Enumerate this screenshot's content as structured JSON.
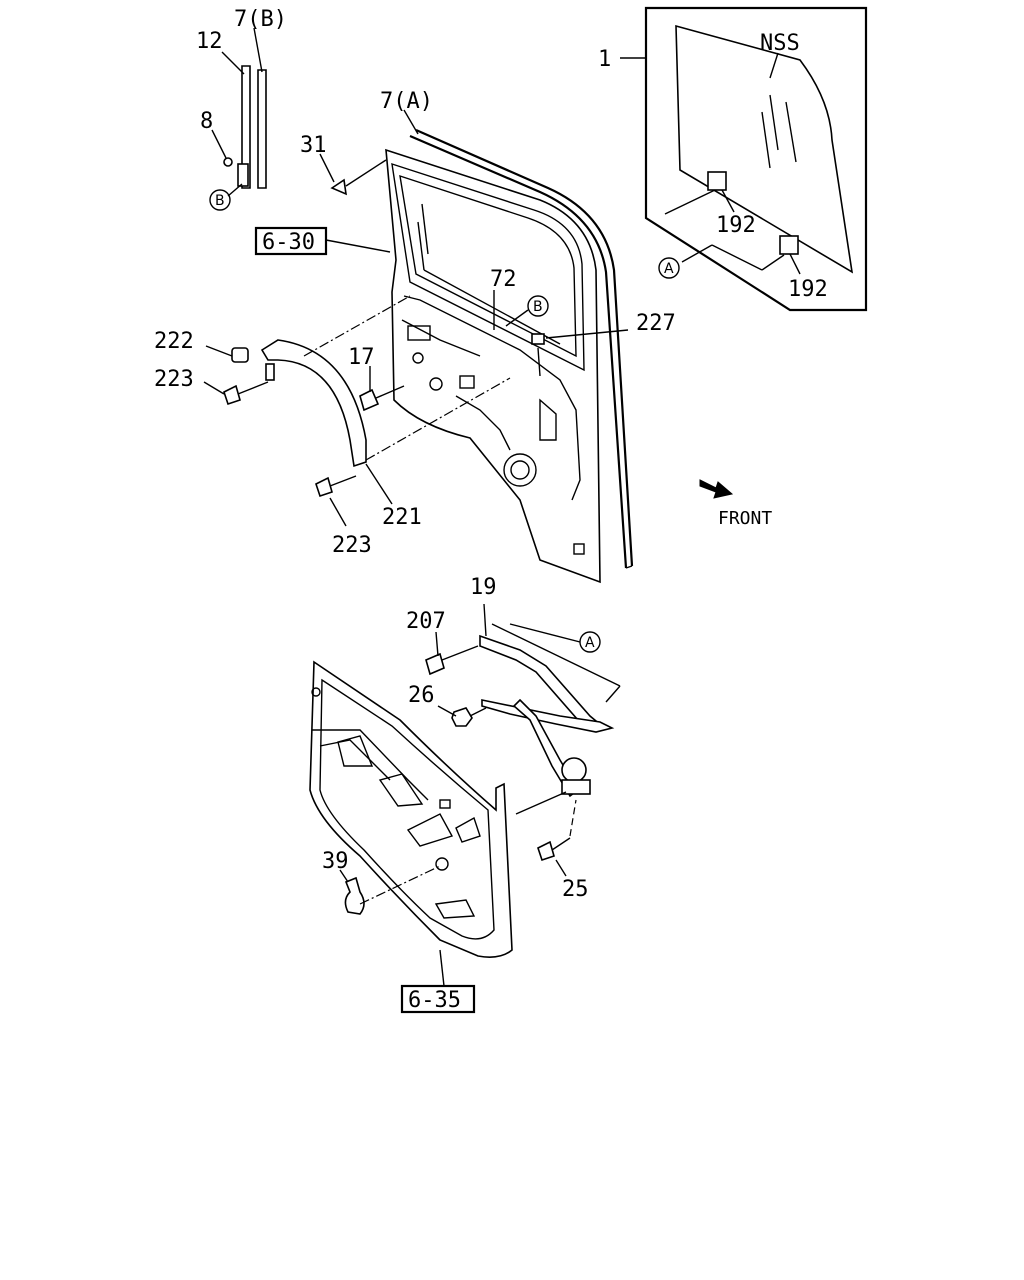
{
  "labels": {
    "l1": "1",
    "lNSS": "NSS",
    "l192a": "192",
    "l192b": "192",
    "l7B": "7(B)",
    "l12": "12",
    "l8": "8",
    "l7A": "7(A)",
    "l31": "31",
    "l72": "72",
    "l227": "227",
    "l222": "222",
    "l223a": "223",
    "l17": "17",
    "l221": "221",
    "l223b": "223",
    "lFront": "FRONT",
    "l19": "19",
    "l207": "207",
    "l26": "26",
    "l25": "25",
    "l39": "39"
  },
  "refs": {
    "r630": "6-30",
    "r635": "6-35"
  },
  "circles": {
    "cA1": "A",
    "cA2": "A",
    "cB1": "B",
    "cB2": "B"
  }
}
